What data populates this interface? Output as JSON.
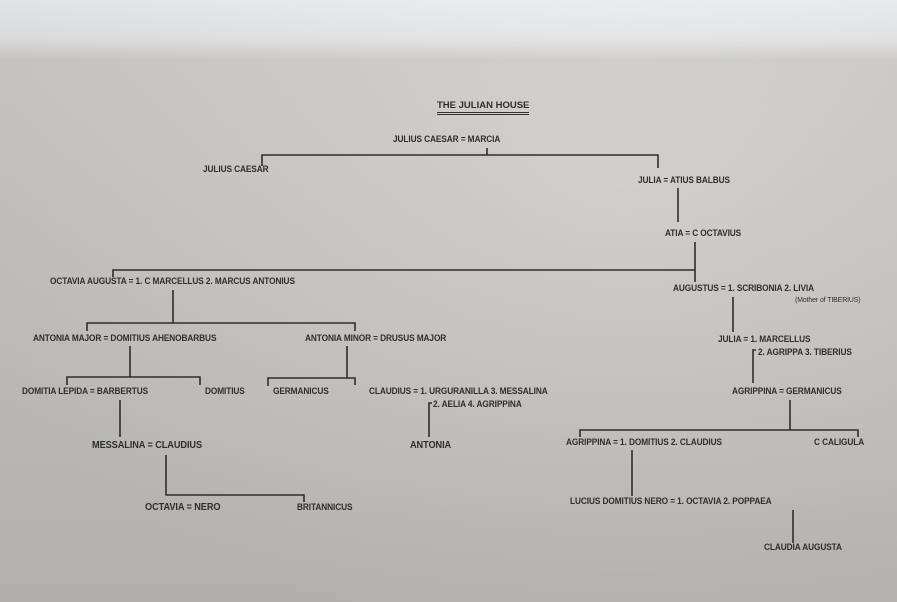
{
  "title": "THE JULIAN HOUSE",
  "nodes": {
    "julius_caesar_marcia": "JULIUS CAESAR = MARCIA",
    "julius_caesar": "JULIUS CAESAR",
    "julia_atius": "JULIA = ATIUS BALBUS",
    "atia_octavius": "ATIA = C OCTAVIUS",
    "octavia_augusta": "OCTAVIA AUGUSTA = 1. C MARCELLUS  2. MARCUS ANTONIUS",
    "augustus": "AUGUSTUS = 1. SCRIBONIA  2. LIVIA",
    "augustus_note": "(Mother of TIBERIUS)",
    "antonia_major": "ANTONIA MAJOR = DOMITIUS AHENOBARBUS",
    "antonia_minor": "ANTONIA MINOR = DRUSUS MAJOR",
    "julia_marcellus": "JULIA = 1. MARCELLUS",
    "julia_marcellus_2": "2. AGRIPPA   3. TIBERIUS",
    "domitia_lepida": "DOMITIA LEPIDA = BARBERTUS",
    "domitius": "DOMITIUS",
    "germanicus": "GERMANICUS",
    "claudius": "CLAUDIUS = 1. URGURANILLA  3. MESSALINA",
    "claudius_2": "2. AELIA    4. AGRIPPINA",
    "agrippina_germanicus": "AGRIPPINA = GERMANICUS",
    "messalina_claudius": "MESSALINA = CLAUDIUS",
    "antonia": "ANTONIA",
    "agrippina_domitius": "AGRIPPINA = 1. DOMITIUS  2. CLAUDIUS",
    "caligula": "C  CALIGULA",
    "lucius_nero": "LUCIUS DOMITIUS NERO = 1. OCTAVIA  2. POPPAEA",
    "octavia_nero": "OCTAVIA = NERO",
    "britannicus": "BRITANNICUS",
    "claudia_augusta": "CLAUDIA AUGUSTA"
  }
}
